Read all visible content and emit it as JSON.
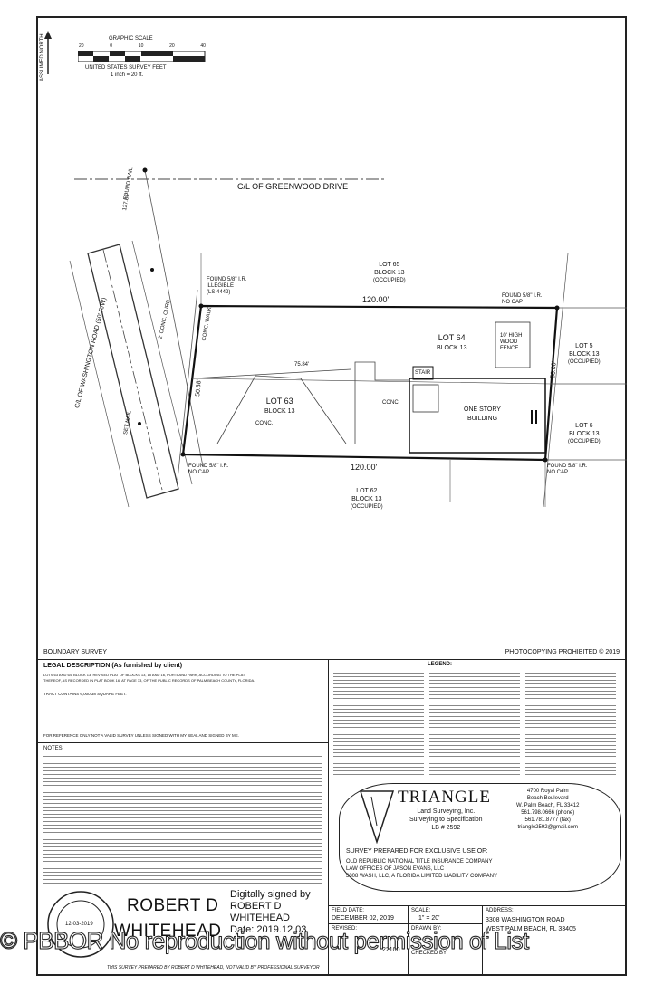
{
  "scale": {
    "title": "GRAPHIC SCALE",
    "ticks": [
      "20",
      "0",
      "10",
      "20",
      "40"
    ],
    "unit_caption": "UNITED STATES SURVEY FEET",
    "ratio_caption": "1 inch = 20 ft.",
    "north_label": "ASSUMED NORTH"
  },
  "plan": {
    "street_label": "C/L OF GREENWOOD DRIVE",
    "road_label": "C/L OF WASHINGTON ROAD (50' R/W)",
    "lot65": {
      "name": "LOT 65",
      "block": "BLOCK 13",
      "note": "(OCCUPIED)"
    },
    "lot64": {
      "name": "LOT 64",
      "block": "BLOCK 13"
    },
    "lot63": {
      "name": "LOT 63",
      "block": "BLOCK 13"
    },
    "lot62": {
      "name": "LOT 62",
      "block": "BLOCK 13",
      "note": "(OCCUPIED)"
    },
    "lot5": {
      "name": "LOT 5",
      "block": "BLOCK 13",
      "note": "(OCCUPIED)"
    },
    "lot6": {
      "name": "LOT 6",
      "block": "BLOCK 13",
      "note": "(OCCUPIED)"
    },
    "dim_top": "120.00'",
    "dim_bottom": "120.00'",
    "dim_left": "50.38'",
    "dim_right": "50.00'",
    "dim_diag": "127.86'",
    "dim_inner": "75.84'",
    "building": [
      "ONE STORY",
      "BUILDING"
    ],
    "stair": "STAIR",
    "conc": "CONC.",
    "conc_walk": "CONC. WALK",
    "shed": [
      "10' HIGH",
      "WOOD",
      "FENCE"
    ],
    "found_top_left": [
      "FOUND 5/8\" I.R.",
      "ILLEGIBLE",
      "(LS 4442)"
    ],
    "found_top_right": [
      "FOUND 5/8\" I.R.",
      "NO CAP"
    ],
    "found_bottom_left": [
      "FOUND 5/8\" I.R.",
      "NO CAP"
    ],
    "found_bottom_right": [
      "FOUND 5/8\" I.R.",
      "NO CAP"
    ],
    "found_nail": "FOUND NAIL",
    "set_nail": "SET NAIL",
    "curb": "2' CONC. CURB"
  },
  "title_block": {
    "boundary_survey": "BOUNDARY SURVEY",
    "photocopy": "PHOTOCOPYING PROHIBITED © 2019",
    "legal_heading": "LEGAL DESCRIPTION (As furnished by client)",
    "legal_text_1": "LOTS 63 AND 64, BLOCK 13, REVISED PLAT OF BLOCKS 13, 15 AND 16, PORTLAND PARK, ACCORDING TO THE PLAT",
    "legal_text_2": "THEREOF, AS RECORDED IN PLAT BOOK 16, AT PAGE 33, OF THE PUBLIC RECORDS OF PALM BEACH COUNTY, FLORIDA.",
    "tract": "TRACT CONTAINS 6,000.38 SQUARE FEET.",
    "ref": "FOR REFERENCE ONLY NOT A VALID SURVEY UNLESS SIGNED WITH MY SEAL AND SIGNED BY ME.",
    "notes_heading": "NOTES:",
    "legend_heading": "LEGEND:",
    "company": "TRIANGLE",
    "company_sub": [
      "Land Surveying, Inc.",
      "Surveying to Specification",
      "LB # 2592"
    ],
    "address": [
      "4700 Royal Palm",
      "Beach Boulevard",
      "W. Palm Beach, FL 33412",
      "561.798.0666 (phone)",
      "561.781.8777 (fax)",
      "triangle2592@gmail.com"
    ],
    "prepared_heading": "SURVEY PREPARED FOR EXCLUSIVE USE OF:",
    "prepared_lines": [
      "OLD REPUBLIC NATIONAL TITLE INSURANCE COMPANY",
      "LAW OFFICES OF JASON EVANS, LLC",
      "3308 WASH, LLC, A FLORIDA LIMITED LIABILITY COMPANY"
    ],
    "field_date_label": "FIELD DATE:",
    "field_date": "DECEMBER 02, 2019",
    "scale_label": "SCALE:",
    "scale_value": "1\" = 20'",
    "revised_label": "REVISED:",
    "job_number": "22100",
    "drawn_by": "DRAWN BY:",
    "checked_by": "CHECKED BY:",
    "site_address_label": "ADDRESS:",
    "site_address": [
      "3308 WASHINGTON ROAD",
      "WEST PALM BEACH, FL 33405"
    ],
    "surveyor_name": [
      "ROBERT D",
      "WHITEHEAD"
    ],
    "digital_sign": [
      "Digitally signed by",
      "ROBERT D",
      "WHITEHEAD",
      "Date: 2019.12.03"
    ],
    "seal_date": "12-03-2019",
    "disclaimer": "THIS SURVEY PREPARED BY ROBERT D WHITEHEAD, NOT VALID BY PROFESSIONAL SURVEYOR"
  },
  "watermark": "© PBBOR No reproduction without permission of List"
}
